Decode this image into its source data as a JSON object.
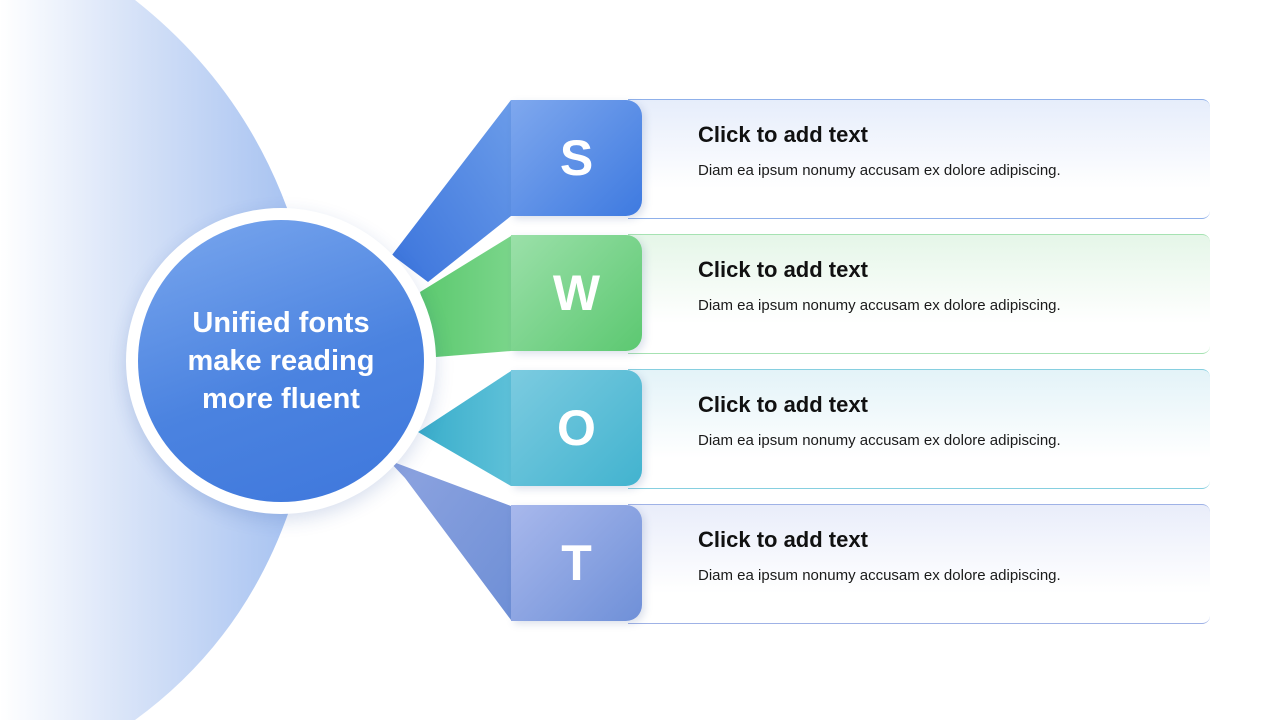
{
  "center": {
    "text": "Unified fonts make reading more fluent"
  },
  "swot": [
    {
      "letter": "S",
      "title": "Click to add text",
      "desc": "Diam ea ipsum nonumy accusam ex dolore adipiscing.",
      "color_light": "#7fa8ee",
      "color_dark": "#3e7ae0",
      "panel_tint": "#e6edfb",
      "line_color": "#8fb0ea"
    },
    {
      "letter": "W",
      "title": "Click to add text",
      "desc": "Diam ea ipsum nonumy accusam ex dolore adipiscing.",
      "color_light": "#9be0a9",
      "color_dark": "#5cc871",
      "panel_tint": "#e5f6e8",
      "line_color": "#a6e2b2"
    },
    {
      "letter": "O",
      "title": "Click to add text",
      "desc": "Diam ea ipsum nonumy accusam ex dolore adipiscing.",
      "color_light": "#7ccbe0",
      "color_dark": "#42b3cf",
      "panel_tint": "#e3f3f8",
      "line_color": "#86cfe0"
    },
    {
      "letter": "T",
      "title": "Click to add text",
      "desc": "Diam ea ipsum nonumy accusam ex dolore adipiscing.",
      "color_light": "#a8b8ec",
      "color_dark": "#6f90d8",
      "panel_tint": "#e9edfa",
      "line_color": "#9fb2e6"
    }
  ]
}
